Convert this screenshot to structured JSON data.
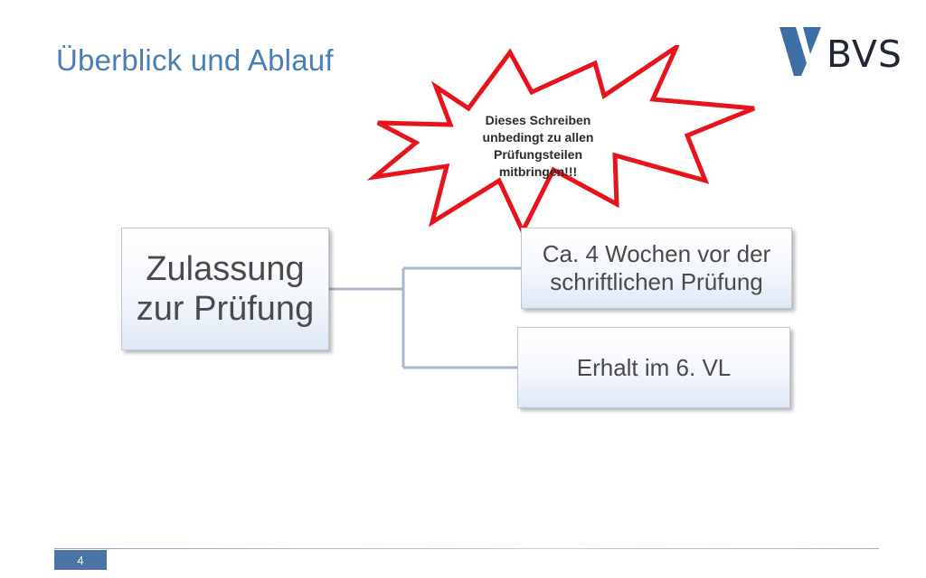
{
  "slide": {
    "title": "Überblick und Ablauf",
    "page_number": "4"
  },
  "logo": {
    "text": "BVS",
    "icon": "bvs-logo-mark",
    "color": "#222833"
  },
  "callout": {
    "text": "Dieses Schreiben\nunbedingt zu allen\nPrüfungsteilen\nmitbringen!!!",
    "border_color": "#e8141b"
  },
  "diagram": {
    "root": {
      "label": "Zulassung\nzur Prüfung"
    },
    "children": [
      {
        "label": "Ca. 4 Wochen vor der\nschriftlichen Prüfung"
      },
      {
        "label": "Erhalt im 6. VL"
      }
    ],
    "connector_color": "#a9b6c7"
  },
  "colors": {
    "title": "#4a7fb5",
    "page_number_bg": "#4a73a8"
  }
}
